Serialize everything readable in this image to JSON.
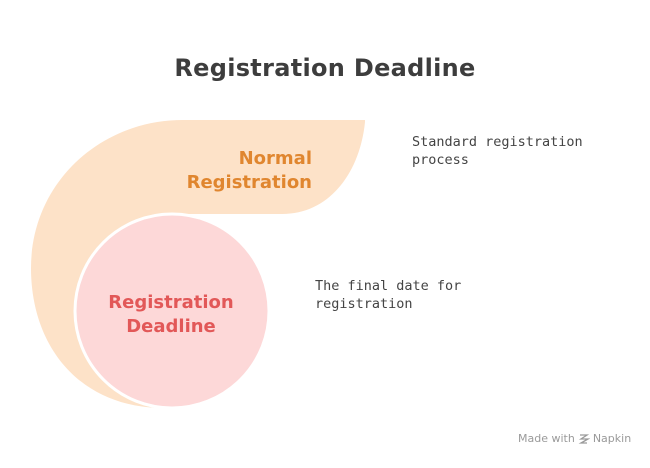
{
  "title": "Registration Deadline",
  "stages": [
    {
      "label_line1": "Normal",
      "label_line2": "Registration",
      "description_line1": "Standard registration",
      "description_line2": "process",
      "fill_color": "#fde2c8",
      "text_color": "#e0862f"
    },
    {
      "label_line1": "Registration",
      "label_line2": "Deadline",
      "description_line1": "The final date for",
      "description_line2": "registration",
      "fill_color": "#fdd8d8",
      "text_color": "#e25858"
    }
  ],
  "watermark": {
    "prefix": "Made with",
    "brand": "Napkin",
    "icon": "napkin-logo-icon"
  }
}
